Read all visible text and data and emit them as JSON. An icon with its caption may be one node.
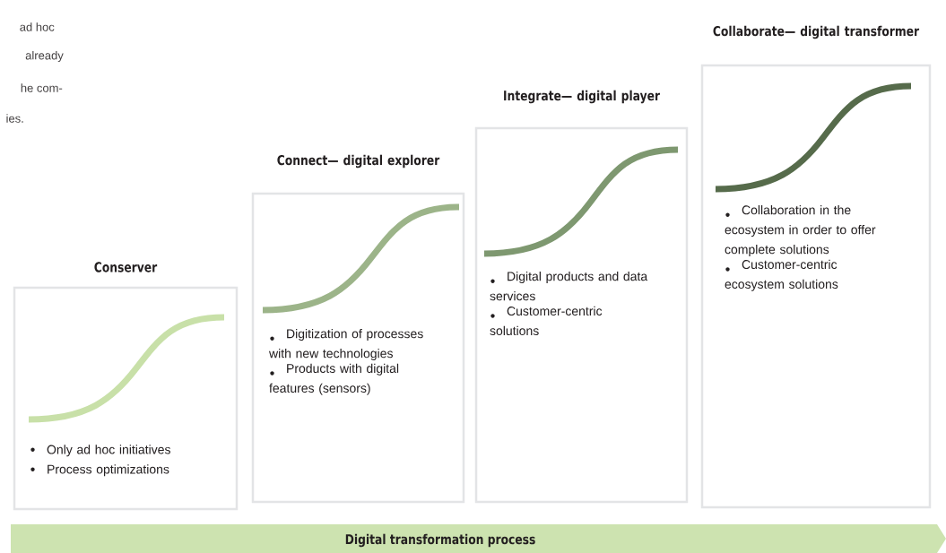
{
  "diagram": {
    "nodes": [
      {
        "text": [
          "Conserver",
          "Only ad hoc initiatives",
          "Process optimizations"
        ]
      },
      {
        "text": [
          "Connect— digital explorer",
          "Digitization of processes with new technologies",
          "Products with digital features (sensors)"
        ]
      },
      {
        "text": [
          "Integrate— digital player",
          "Digital products and data services",
          "Customer-centric solutions"
        ]
      },
      {
        "text": [
          "Collaborate— digital transformer",
          "Collaboration in the ecosystem in order to offer complete solutions",
          "Customer-centric ecosystem solutions"
        ]
      },
      {
        "text": [
          "Digital transformation process"
        ]
      }
    ],
    "edges": [],
    "labels": [
      "ad hoc",
      "already",
      "he com-",
      "ies."
    ]
  }
}
